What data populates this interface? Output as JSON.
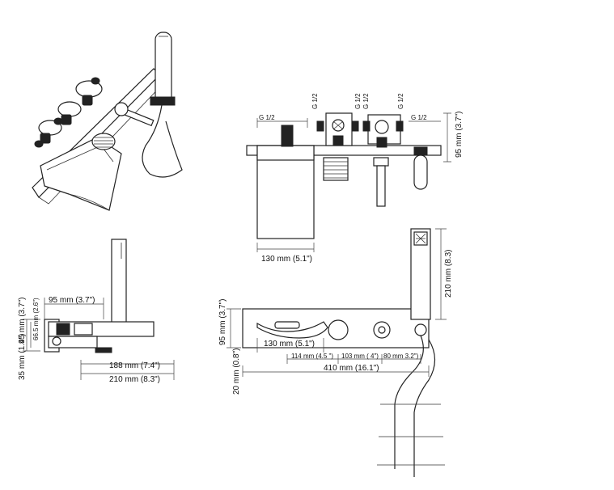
{
  "front_view": {
    "width_total": "410 mm (16.1\")",
    "height_total": "95 mm (3.7\")",
    "offset_below": "20 mm (0.8\")",
    "spout_width": "130 mm (5.1\")",
    "spacing_1": "114 mm (4.5 \")",
    "spacing_2": "103 mm ( 4\")",
    "spacing_3": "80 mm 3.2\")",
    "handshower_height": "210 mm (8.3)"
  },
  "top_view": {
    "thread_label": "G 1/2",
    "height_label": "95 mm (3.7\")",
    "spout_width": "130 mm (5.1\")"
  },
  "side_view": {
    "depth_top": "95 mm (3.7\")",
    "height_1": "95 mm (3.7\")",
    "height_2": "35 mm (1.4\")",
    "height_3": "66.5 mm (2.6\")",
    "spout_reach": "188 mm (7.4\")",
    "overall_reach": "210 mm (8.3\")"
  }
}
